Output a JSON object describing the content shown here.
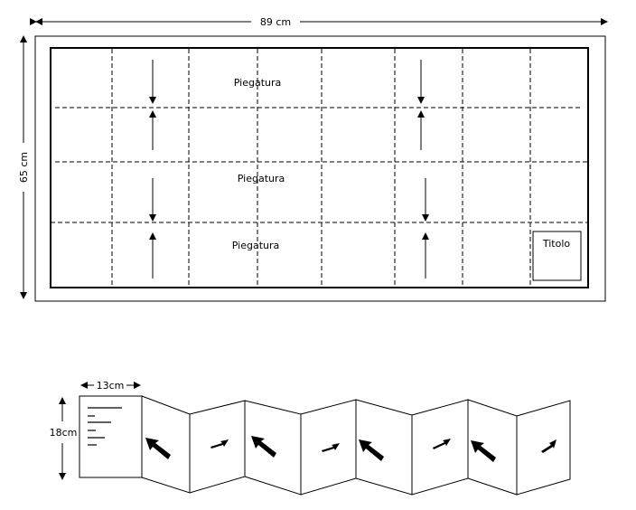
{
  "top_diagram": {
    "width_label": "89 cm",
    "height_label": "65 cm",
    "fold_labels": [
      "Piegatura",
      "Piegatura",
      "Piegatura"
    ],
    "title_box_label": "Titolo"
  },
  "bottom_diagram": {
    "panel_width_label": "13cm",
    "panel_height_label": "18cm"
  }
}
